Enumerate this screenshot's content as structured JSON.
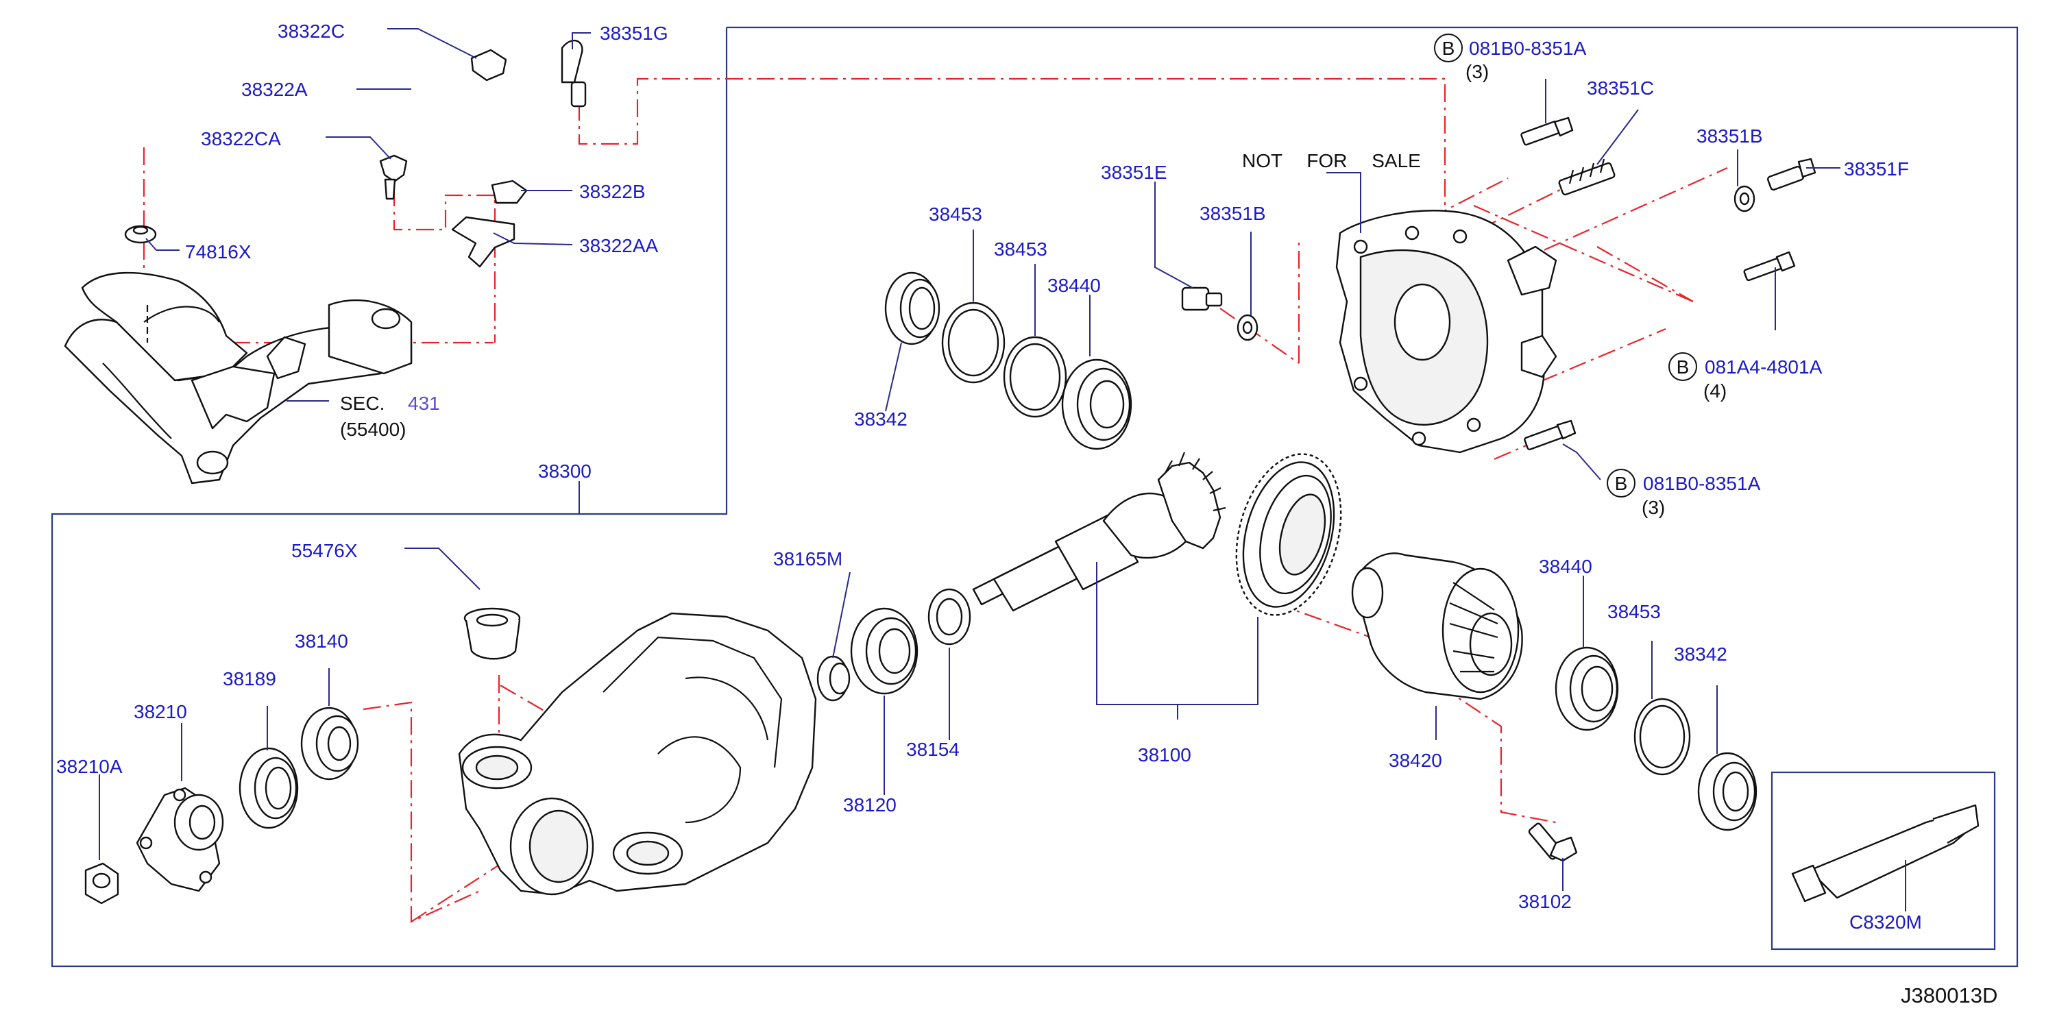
{
  "diagram_id": "J380013D",
  "watermark": "NOT FOR SALE",
  "bolt_marker": "B",
  "colors": {
    "label": "#1a1ac8",
    "line": "#111111",
    "dashdot": "#e8242a",
    "frame": "#2a3a8a"
  },
  "parts": {
    "p38322C": "38322C",
    "p38351G": "38351G",
    "p38322A": "38322A",
    "p38322CA": "38322CA",
    "p38322B": "38322B",
    "p74816X": "74816X",
    "p38322AA": "38322AA",
    "sec_prefix": "SEC.",
    "sec_num": "431",
    "sec_ref": "(55400)",
    "p38300": "38300",
    "p55476X": "55476X",
    "p38140": "38140",
    "p38189": "38189",
    "p38210": "38210",
    "p38210A": "38210A",
    "p38453_a": "38453",
    "p38453_b": "38453",
    "p38440_a": "38440",
    "p38342_a": "38342",
    "p38165M": "38165M",
    "p38154": "38154",
    "p38120": "38120",
    "p38100": "38100",
    "p38351E": "38351E",
    "p38351B_a": "38351B",
    "p38351C": "38351C",
    "p38351B_b": "38351B",
    "p38351F": "38351F",
    "b1_code": "081B0-8351A",
    "b1_qty": "(3)",
    "b2_code": "081A4-4801A",
    "b2_qty": "(4)",
    "b3_code": "081B0-8351A",
    "b3_qty": "(3)",
    "p38440_b": "38440",
    "p38453_c": "38453",
    "p38342_b": "38342",
    "p38420": "38420",
    "p38102": "38102",
    "pC8320M": "C8320M"
  }
}
